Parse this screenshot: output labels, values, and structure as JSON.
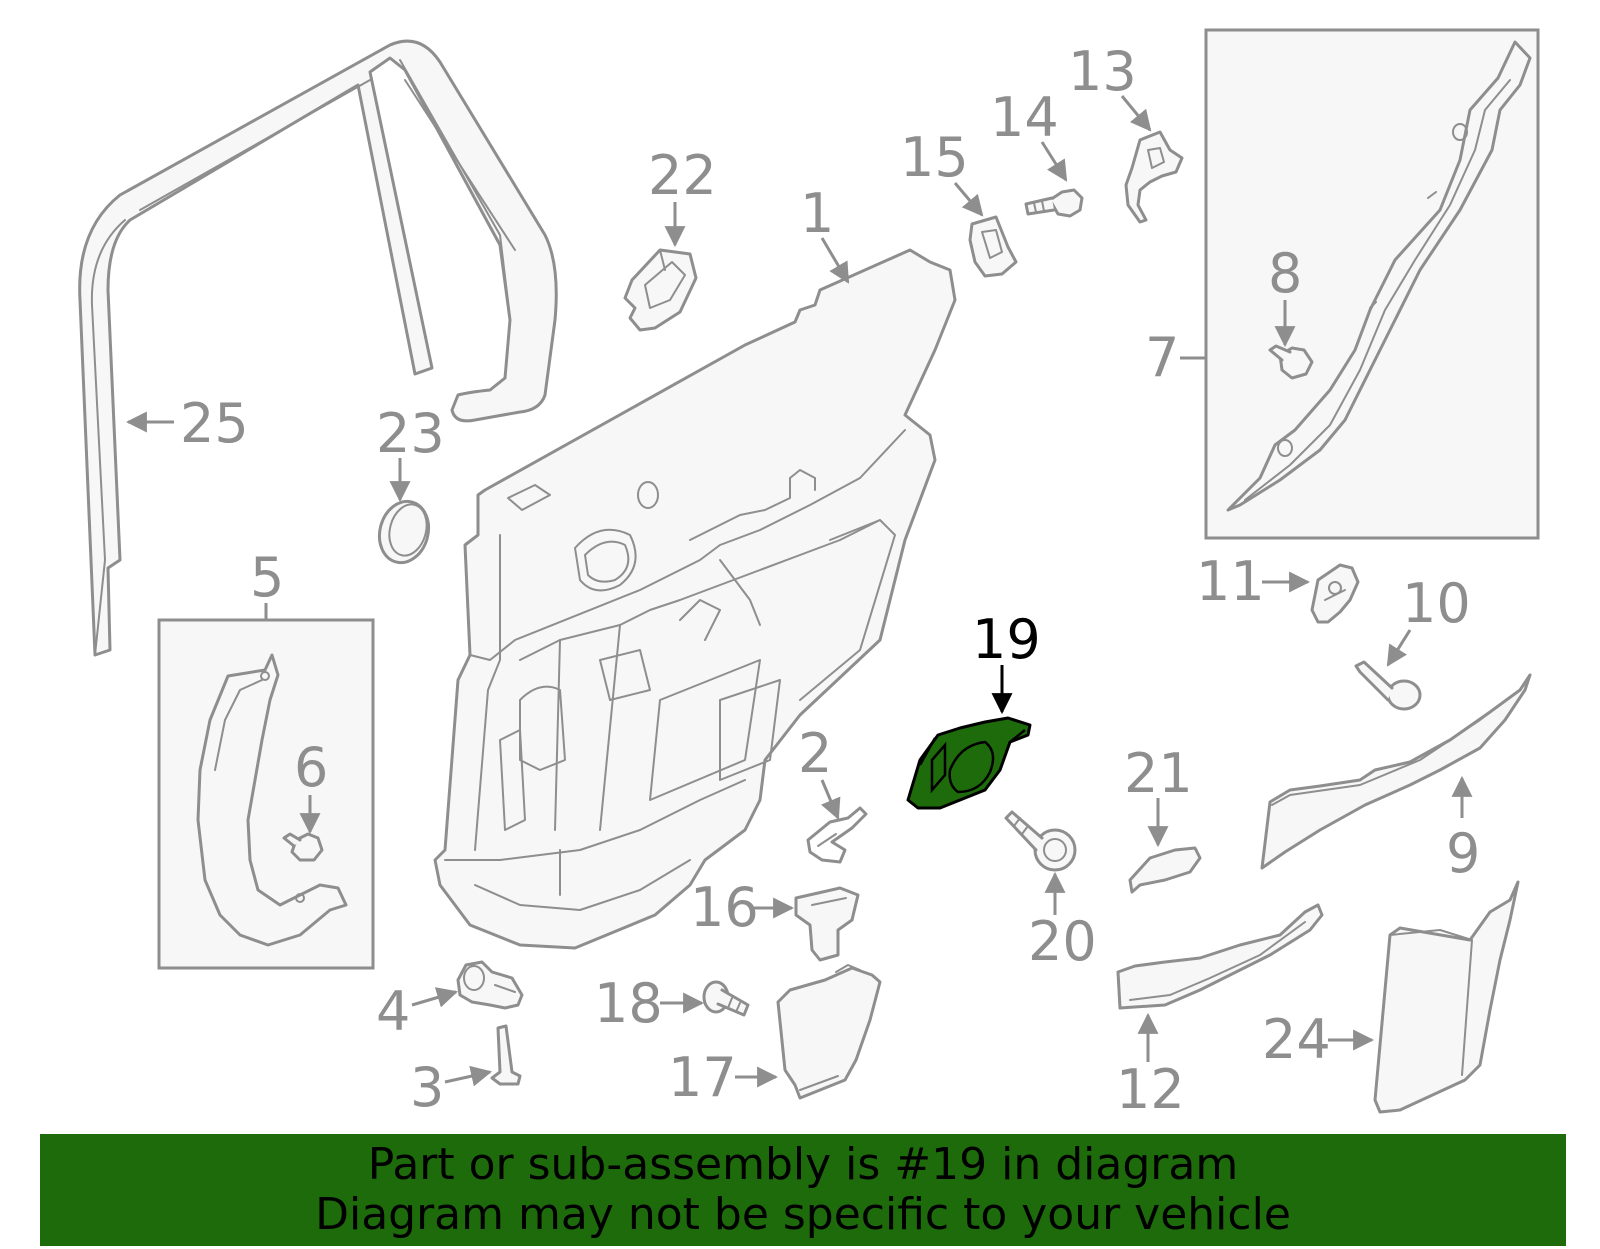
{
  "diagram": {
    "callouts": [
      {
        "id": "1",
        "label": "1"
      },
      {
        "id": "2",
        "label": "2"
      },
      {
        "id": "3",
        "label": "3"
      },
      {
        "id": "4",
        "label": "4"
      },
      {
        "id": "5",
        "label": "5"
      },
      {
        "id": "6",
        "label": "6"
      },
      {
        "id": "7",
        "label": "7"
      },
      {
        "id": "8",
        "label": "8"
      },
      {
        "id": "9",
        "label": "9"
      },
      {
        "id": "10",
        "label": "10"
      },
      {
        "id": "11",
        "label": "11"
      },
      {
        "id": "12",
        "label": "12"
      },
      {
        "id": "13",
        "label": "13"
      },
      {
        "id": "14",
        "label": "14"
      },
      {
        "id": "15",
        "label": "15"
      },
      {
        "id": "16",
        "label": "16"
      },
      {
        "id": "17",
        "label": "17"
      },
      {
        "id": "18",
        "label": "18"
      },
      {
        "id": "19",
        "label": "19",
        "highlighted": true
      },
      {
        "id": "20",
        "label": "20"
      },
      {
        "id": "21",
        "label": "21"
      },
      {
        "id": "22",
        "label": "22"
      },
      {
        "id": "23",
        "label": "23"
      },
      {
        "id": "24",
        "label": "24"
      },
      {
        "id": "25",
        "label": "25"
      }
    ],
    "highlight_color": "#1e6b0b",
    "line_color": "#8e8e8e"
  },
  "banner": {
    "line1": "Part or sub-assembly is #19 in diagram",
    "line2": "Diagram may not be specific to your vehicle",
    "color": "#1e6b0b"
  }
}
